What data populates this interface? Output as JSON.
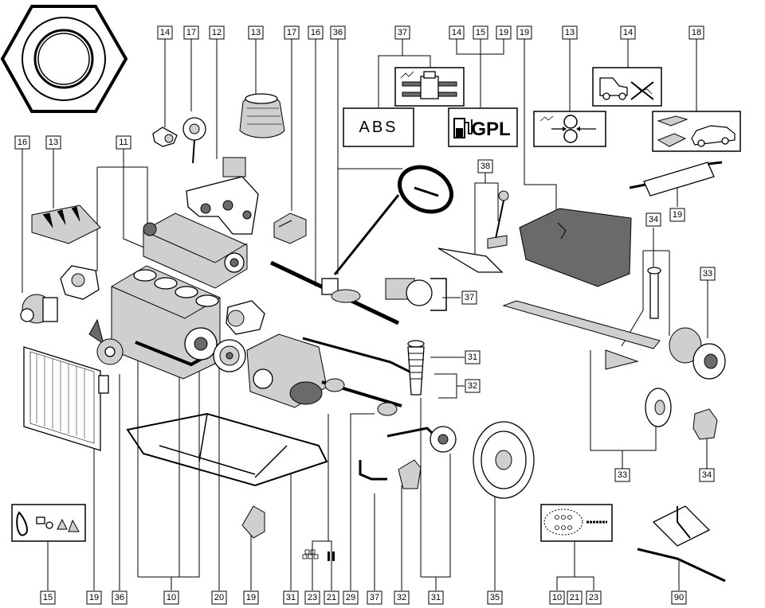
{
  "symbols": {
    "abs": "ABS",
    "gpl": "GPL"
  },
  "callouts": [
    {
      "id": "c14a",
      "label": "14"
    },
    {
      "id": "c17a",
      "label": "17"
    },
    {
      "id": "c12",
      "label": "12"
    },
    {
      "id": "c13a",
      "label": "13"
    },
    {
      "id": "c17b",
      "label": "17"
    },
    {
      "id": "c16a",
      "label": "16"
    },
    {
      "id": "c36a",
      "label": "36"
    },
    {
      "id": "c37a",
      "label": "37"
    },
    {
      "id": "c14b",
      "label": "14"
    },
    {
      "id": "c15a",
      "label": "15"
    },
    {
      "id": "c19a",
      "label": "19"
    },
    {
      "id": "c19b",
      "label": "19"
    },
    {
      "id": "c13b",
      "label": "13"
    },
    {
      "id": "c14c",
      "label": "14"
    },
    {
      "id": "c18",
      "label": "18"
    },
    {
      "id": "c16b",
      "label": "16"
    },
    {
      "id": "c13c",
      "label": "13"
    },
    {
      "id": "c11",
      "label": "11"
    },
    {
      "id": "c38",
      "label": "38"
    },
    {
      "id": "c19c",
      "label": "19"
    },
    {
      "id": "c34a",
      "label": "34"
    },
    {
      "id": "c33a",
      "label": "33"
    },
    {
      "id": "c37b",
      "label": "37"
    },
    {
      "id": "c31a",
      "label": "31"
    },
    {
      "id": "c32a",
      "label": "32"
    },
    {
      "id": "c33b",
      "label": "33"
    },
    {
      "id": "c34b",
      "label": "34"
    },
    {
      "id": "c15b",
      "label": "15"
    },
    {
      "id": "c19d",
      "label": "19"
    },
    {
      "id": "c36b",
      "label": "36"
    },
    {
      "id": "c10a",
      "label": "10"
    },
    {
      "id": "c20",
      "label": "20"
    },
    {
      "id": "c19e",
      "label": "19"
    },
    {
      "id": "c31b",
      "label": "31"
    },
    {
      "id": "c23a",
      "label": "23"
    },
    {
      "id": "c21a",
      "label": "21"
    },
    {
      "id": "c29",
      "label": "29"
    },
    {
      "id": "c37c",
      "label": "37"
    },
    {
      "id": "c32b",
      "label": "32"
    },
    {
      "id": "c31c",
      "label": "31"
    },
    {
      "id": "c35",
      "label": "35"
    },
    {
      "id": "c10b",
      "label": "10"
    },
    {
      "id": "c21b",
      "label": "21"
    },
    {
      "id": "c23b",
      "label": "23"
    },
    {
      "id": "c90",
      "label": "90"
    }
  ]
}
